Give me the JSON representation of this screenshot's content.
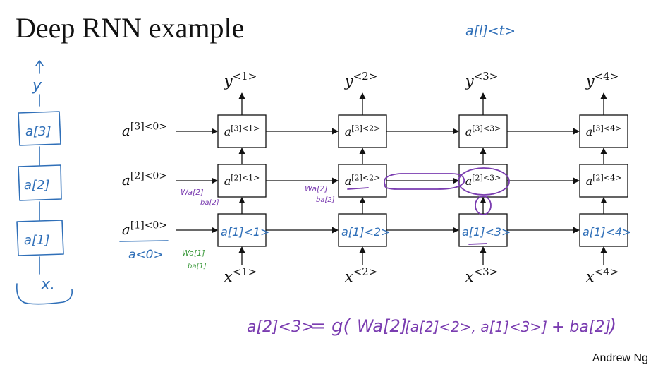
{
  "title": "Deep RNN example",
  "author": "Andrew Ng",
  "colors": {
    "ink_blue": "#2f6fb8",
    "ink_purple": "#7a3cb0",
    "ink_green": "#3c9a3c",
    "line": "#111111"
  },
  "diagram": {
    "outputs": [
      {
        "base": "y",
        "sup": "<1>"
      },
      {
        "base": "y",
        "sup": "<2>"
      },
      {
        "base": "y",
        "sup": "<3>"
      },
      {
        "base": "y",
        "sup": "<4>"
      }
    ],
    "inputs": [
      {
        "base": "x",
        "sup": "<1>"
      },
      {
        "base": "x",
        "sup": "<2>"
      },
      {
        "base": "x",
        "sup": "<3>"
      },
      {
        "base": "x",
        "sup": "<4>"
      }
    ],
    "initial_states": [
      {
        "base": "a",
        "sup": "[3]<0>"
      },
      {
        "base": "a",
        "sup": "[2]<0>"
      },
      {
        "base": "a",
        "sup": "[1]<0>"
      }
    ],
    "layer3": [
      {
        "base": "a",
        "sup": "[3]<1>"
      },
      {
        "base": "a",
        "sup": "[3]<2>"
      },
      {
        "base": "a",
        "sup": "[3]<3>"
      },
      {
        "base": "a",
        "sup": "[3]<4>"
      }
    ],
    "layer2": [
      {
        "base": "a",
        "sup": "[2]<1>"
      },
      {
        "base": "a",
        "sup": "[2]<2>"
      },
      {
        "base": "a",
        "sup": "[2]<3>"
      },
      {
        "base": "a",
        "sup": "[2]<4>"
      }
    ]
  },
  "annotations": {
    "top_right_note": "a[l]<t>",
    "left_stack": {
      "y": "y",
      "l3": "a[3]",
      "l2": "a[2]",
      "l1": "a[1]",
      "x": "x."
    },
    "layer1_handwritten": [
      "a[1]<1>",
      "a[1]<2>",
      "a[1]<3>",
      "a[1]<4>"
    ],
    "a0_note": "a<0>",
    "wb_layer2_a": "Wa[2]",
    "wb_layer2_b": "ba[2]",
    "wb_layer2_mid": "Wa[2]",
    "wb_layer2_mid_b": "ba[2]",
    "wb_layer1_a": "Wa[1]",
    "wb_layer1_b": "ba[1]",
    "equation": {
      "lhs": "a[2]<3>",
      "equals": "= g(",
      "w": "Wa[2]",
      "bracket": "[a[2]<2>, a[1]<3>]",
      "plus": "+ ba[2]",
      "close": ")"
    }
  }
}
